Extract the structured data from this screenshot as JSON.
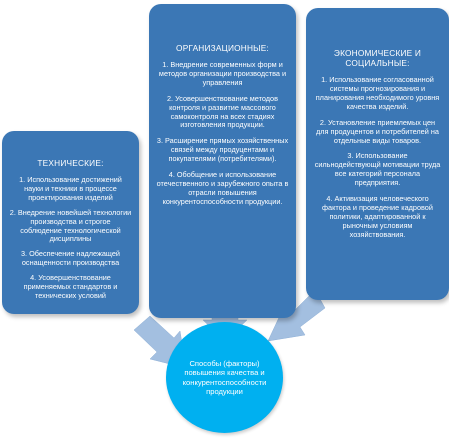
{
  "colors": {
    "box_fill": "#3b77b5",
    "circle_fill": "#00b0f0",
    "arrow_fill": "#a3bfe0"
  },
  "technical": {
    "title": "ТЕХНИЧЕСКИЕ:",
    "items": [
      "1. Использование достижений науки и техники в процессе проектирования изделий",
      "2. Внедрение новейшей технологии производства и строгое соблюдение технологической дисциплины",
      "3. Обеспечение надлежащей оснащенности производства",
      "4. Усовершенствование применяемых стандартов и технических условий"
    ]
  },
  "organizational": {
    "title": "ОРГАНИЗАЦИОННЫЕ:",
    "items": [
      "1. Внедрение современных форм и методов организации производства и управления",
      "2. Усовершенствование методов контроля и развитие массового самоконтроля на всех стадиях изготовления продукции.",
      "3. Расширение прямых хозяйственных связей между продуцентами и покупателями (потребителями).",
      "4. Обобщение и использование отечественного и зарубежного опыта в отрасли повышения конкурентоспособности продукции."
    ]
  },
  "economic": {
    "title": "ЭКОНОМИЧЕСКИЕ И СОЦИАЛЬНЫЕ:",
    "items": [
      "1. Использование согласованной системы прогнозирования и планирования необходимого уровня качества изделий.",
      "2. Установление приемлемых цен для продуцентов и потребителей на отдельные виды товаров.",
      "3. Использование сильнодействующй мотивации труда все категорий персонала предприятия.",
      "4. Активизация человеческого фактора и проведение кадровой политики, адаптированной к рыночным условиям хозяйствования."
    ]
  },
  "center": {
    "label": "Способы (факторы) повышения качества и конкурентоспособности продукции"
  }
}
